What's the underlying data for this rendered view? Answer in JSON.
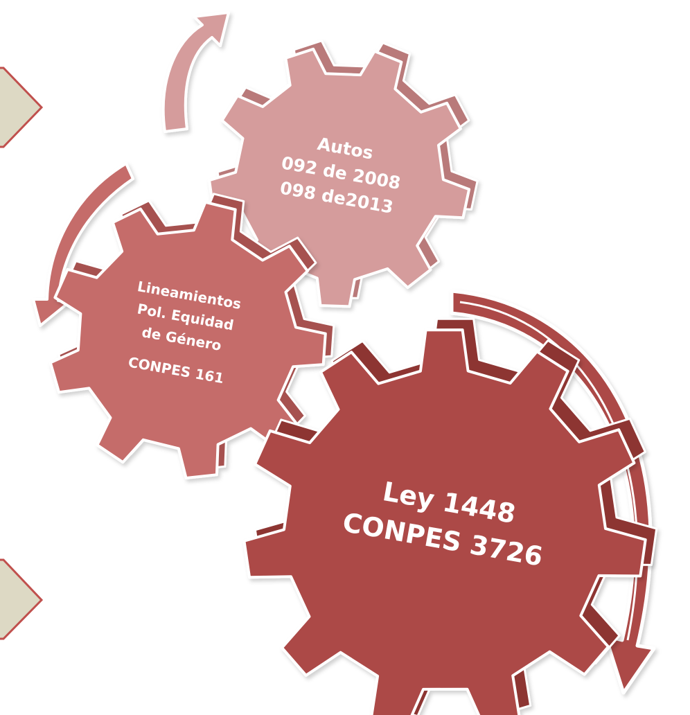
{
  "diagram": {
    "gears": [
      {
        "id": "autos",
        "lines": [
          "Autos",
          "092 de 2008",
          "098 de2013"
        ],
        "color": "#d59c9c",
        "side_color": "#b97a7a"
      },
      {
        "id": "lineamientos",
        "lines": [
          "Lineamientos",
          "Pol. Equidad",
          "de Género",
          "CONPES 161"
        ],
        "color": "#c56c6b",
        "side_color": "#a65150"
      },
      {
        "id": "ley",
        "lines": [
          "Ley 1448",
          "CONPES 3726"
        ],
        "color": "#ac4846",
        "side_color": "#8d3432"
      }
    ],
    "side_panels": [
      {
        "id": "top",
        "fill": "#ddd9c4",
        "border": "#c0504d"
      },
      {
        "id": "bottom",
        "fill": "#ddd9c4",
        "border": "#c0504d"
      }
    ],
    "arrows": [
      {
        "id": "arrow-top-curved",
        "color": "#d59c9c"
      },
      {
        "id": "arrow-left-curved",
        "color": "#c56c6b"
      },
      {
        "id": "arrow-right-curved",
        "color": "#ac4846"
      }
    ]
  }
}
